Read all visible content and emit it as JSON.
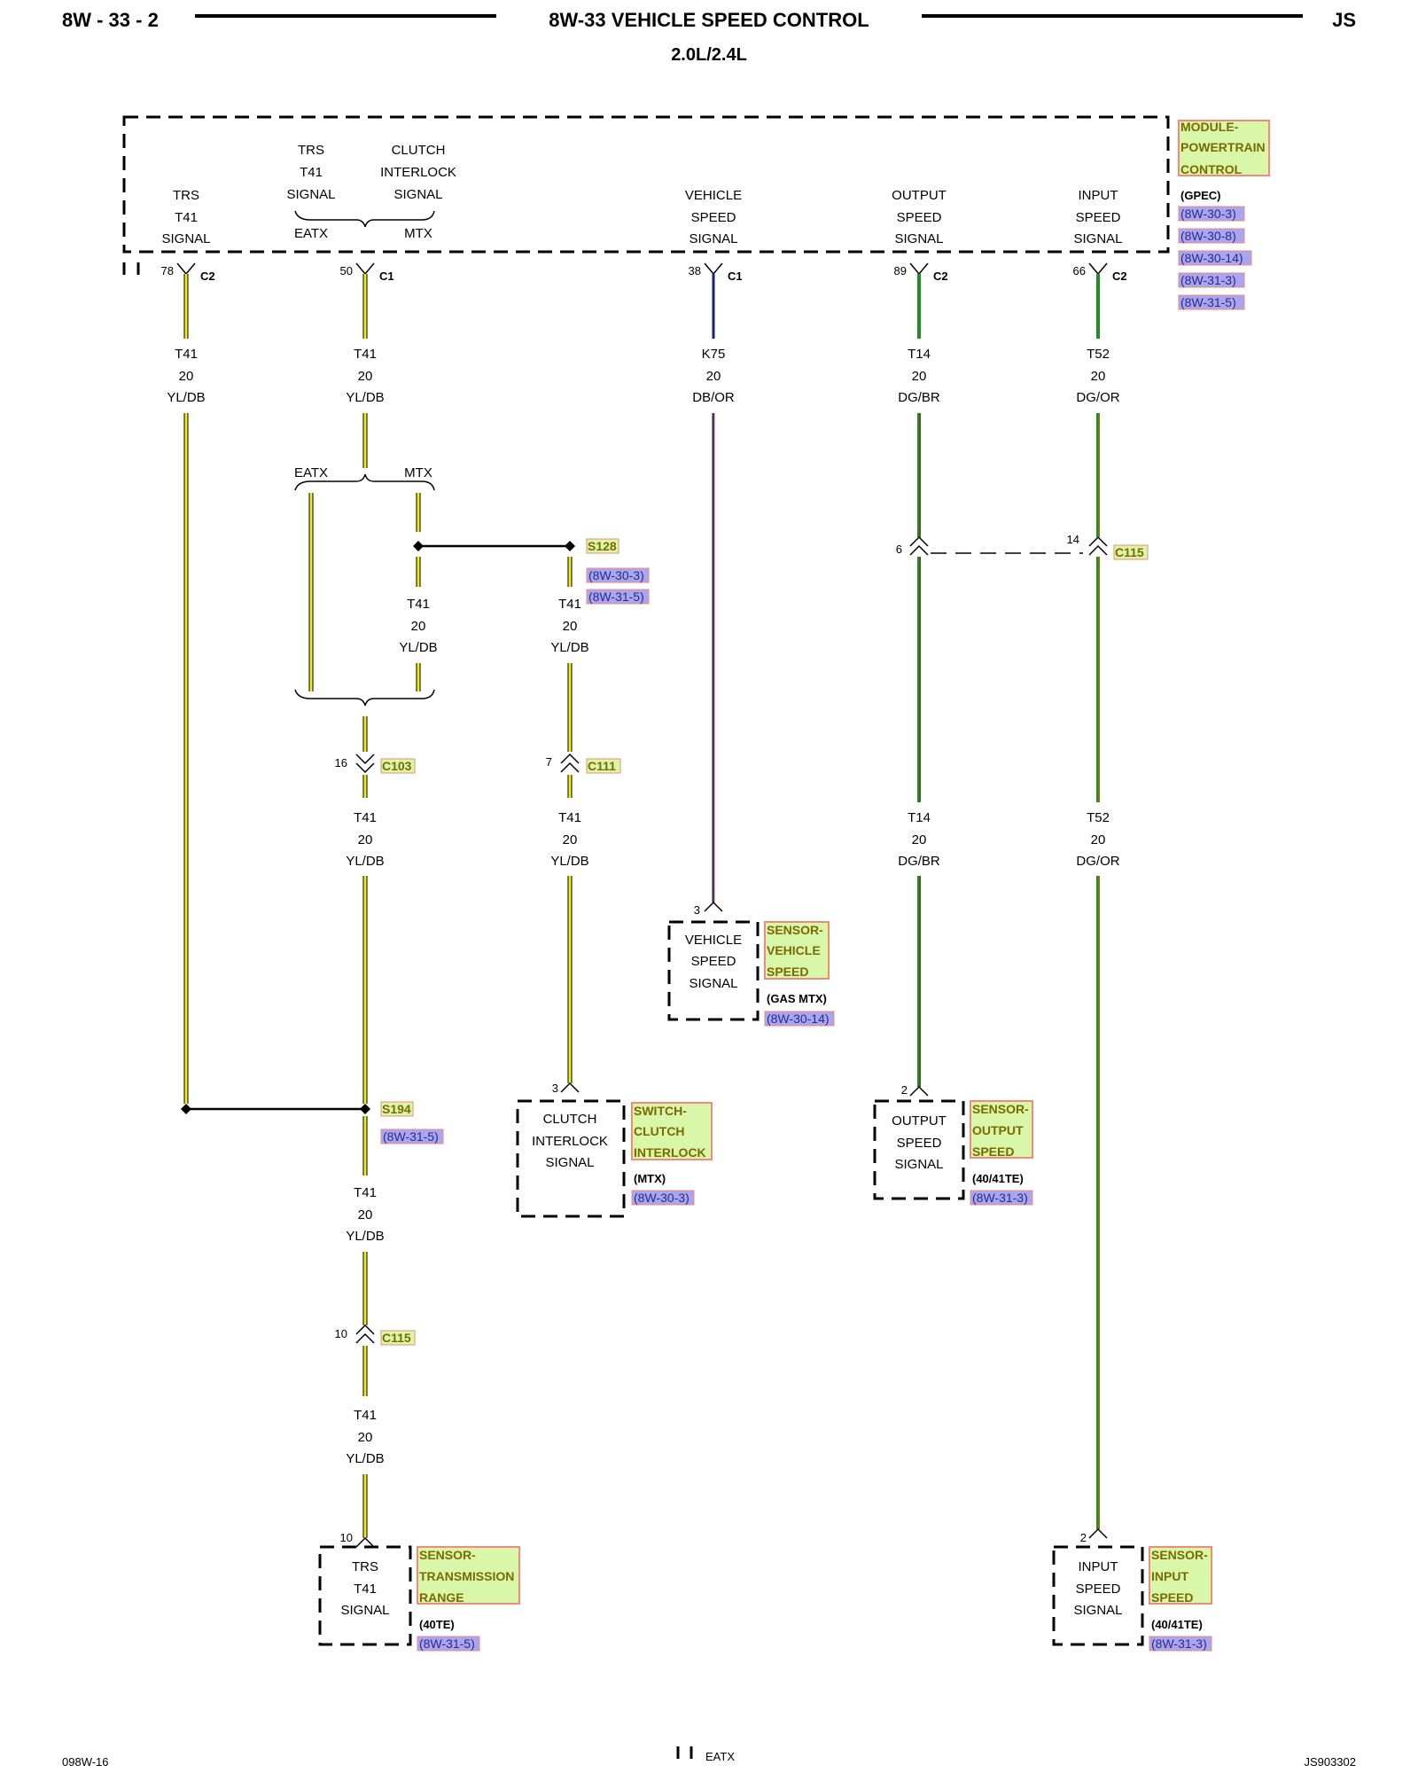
{
  "header": {
    "page_code": "8W - 33 - 2",
    "title": "8W-33 VEHICLE SPEED CONTROL",
    "subtitle": "2.0L/2.4L",
    "model": "JS"
  },
  "footer": {
    "left": "098W-16",
    "center": "EATX",
    "right": "JS903302"
  },
  "pcm": {
    "name_lines": [
      "MODULE-",
      "POWERTRAIN",
      "CONTROL"
    ],
    "variant": "(GPEC)",
    "refs": [
      "(8W-30-3)",
      "(8W-30-8)",
      "(8W-30-14)",
      "(8W-31-3)",
      "(8W-31-5)"
    ],
    "signals": {
      "trs": [
        "TRS",
        "T41",
        "SIGNAL"
      ],
      "trs_top": [
        "TRS",
        "T41",
        "SIGNAL"
      ],
      "clutch_top": [
        "CLUTCH",
        "INTERLOCK",
        "SIGNAL"
      ],
      "vehicle_speed": [
        "VEHICLE",
        "SPEED",
        "SIGNAL"
      ],
      "output_speed": [
        "OUTPUT",
        "SPEED",
        "SIGNAL"
      ],
      "input_speed": [
        "INPUT",
        "SPEED",
        "SIGNAL"
      ],
      "eatx": "EATX",
      "mtx": "MTX"
    },
    "pins": [
      {
        "num": "78",
        "conn": "C2"
      },
      {
        "num": "50",
        "conn": "C1"
      },
      {
        "num": "38",
        "conn": "C1"
      },
      {
        "num": "89",
        "conn": "C2"
      },
      {
        "num": "66",
        "conn": "C2"
      }
    ]
  },
  "wires": {
    "w1": [
      "T41",
      "20",
      "YL/DB"
    ],
    "w2": [
      "T41",
      "20",
      "YL/DB"
    ],
    "w3": [
      "K75",
      "20",
      "DB/OR"
    ],
    "w4": [
      "T14",
      "20",
      "DG/BR"
    ],
    "w5": [
      "T52",
      "20",
      "DG/OR"
    ],
    "w_mtx": [
      "T41",
      "20",
      "YL/DB"
    ],
    "w_s128": [
      "T41",
      "20",
      "YL/DB"
    ],
    "w_c103": [
      "T41",
      "20",
      "YL/DB"
    ],
    "w_c111": [
      "T41",
      "20",
      "YL/DB"
    ],
    "w_t14b": [
      "T14",
      "20",
      "DG/BR"
    ],
    "w_t52b": [
      "T52",
      "20",
      "DG/OR"
    ],
    "w_s194": [
      "T41",
      "20",
      "YL/DB"
    ],
    "w_c115": [
      "T41",
      "20",
      "YL/DB"
    ]
  },
  "branch": {
    "eatx": "EATX",
    "mtx": "MTX"
  },
  "splices": {
    "s128": {
      "name": "S128",
      "refs": [
        "(8W-30-3)",
        "(8W-31-5)"
      ]
    },
    "s194": {
      "name": "S194",
      "refs": [
        "(8W-31-5)"
      ]
    }
  },
  "connectors": {
    "c115_top": {
      "name": "C115",
      "pin_left": "6",
      "pin_right": "14"
    },
    "c103": {
      "name": "C103",
      "pin": "16"
    },
    "c111": {
      "name": "C111",
      "pin": "7"
    },
    "c115_bottom": {
      "name": "C115",
      "pin": "10"
    }
  },
  "components": {
    "vss": {
      "pin": "3",
      "lines": [
        "VEHICLE",
        "SPEED",
        "SIGNAL"
      ],
      "name_lines": [
        "SENSOR-",
        "VEHICLE",
        "SPEED"
      ],
      "variant": "(GAS MTX)",
      "ref": "(8W-30-14)"
    },
    "clutch": {
      "pin": "3",
      "lines": [
        "CLUTCH",
        "INTERLOCK",
        "SIGNAL"
      ],
      "name_lines": [
        "SWITCH-",
        "CLUTCH",
        "INTERLOCK"
      ],
      "variant": "(MTX)",
      "ref": "(8W-30-3)"
    },
    "oss": {
      "pin": "2",
      "lines": [
        "OUTPUT",
        "SPEED",
        "SIGNAL"
      ],
      "name_lines": [
        "SENSOR-",
        "OUTPUT",
        "SPEED"
      ],
      "variant": "(40/41TE)",
      "ref": "(8W-31-3)"
    },
    "trs": {
      "pin": "10",
      "lines": [
        "TRS",
        "T41",
        "SIGNAL"
      ],
      "name_lines": [
        "SENSOR-",
        "TRANSMISSION",
        "RANGE"
      ],
      "variant": "(40TE)",
      "ref": "(8W-31-5)"
    },
    "iss": {
      "pin": "2",
      "lines": [
        "INPUT",
        "SPEED",
        "SIGNAL"
      ],
      "name_lines": [
        "SENSOR-",
        "INPUT",
        "SPEED"
      ],
      "variant": "(40/41TE)",
      "ref": "(8W-31-3)"
    }
  },
  "colors": {
    "yellow": "#f2ec1a",
    "blue": "#1a237e",
    "orange": "#e05a10",
    "green": "#1f8f1f",
    "brown": "#6b3a10",
    "name_highlight": "#d9f7a8",
    "ref_highlight": "#a9a6f0"
  }
}
